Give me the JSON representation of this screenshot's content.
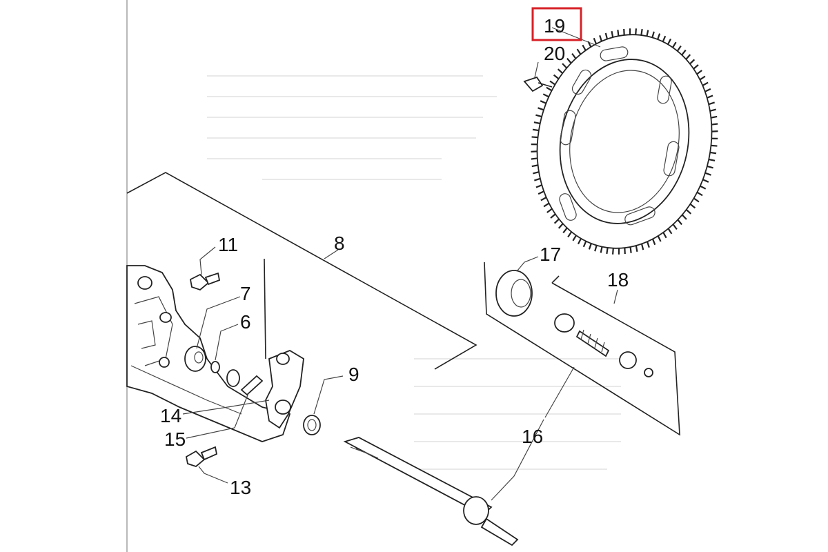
{
  "diagram": {
    "highlight_color": "#d62027",
    "highlighted_callout": "19",
    "callouts": {
      "c19": "19",
      "c20": "20",
      "c8": "8",
      "c11": "11",
      "c7": "7",
      "c6": "6",
      "c17": "17",
      "c18": "18",
      "c9": "9",
      "c14": "14",
      "c15": "15",
      "c16": "16",
      "c13": "13"
    }
  }
}
